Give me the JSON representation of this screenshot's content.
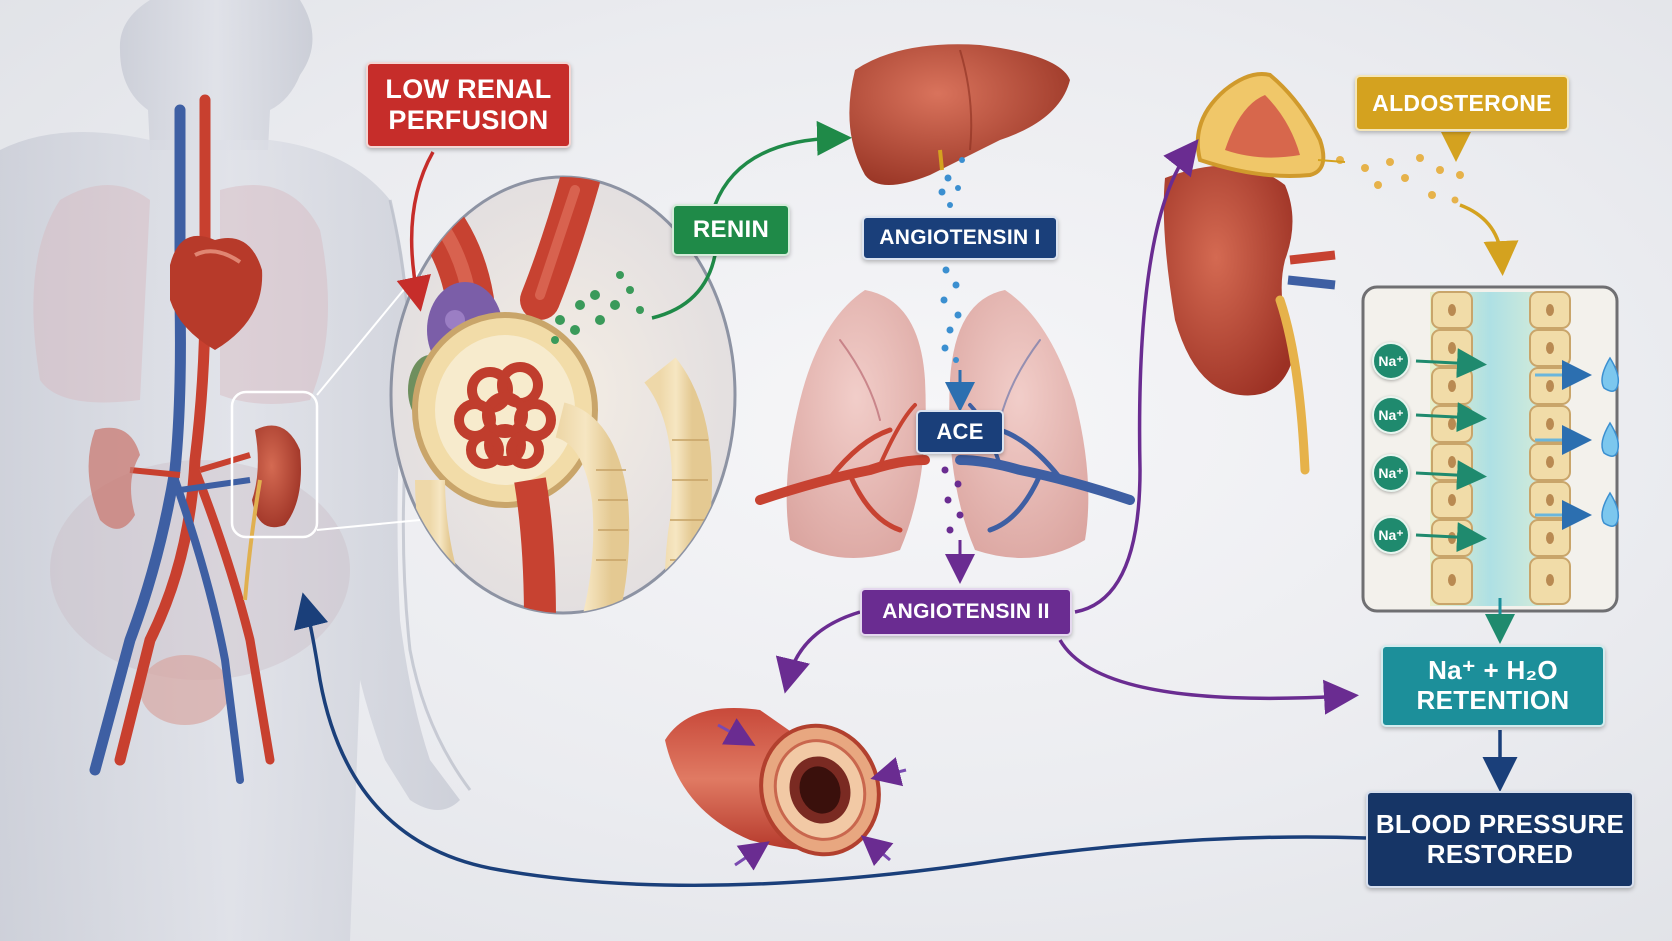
{
  "labels": {
    "low_renal_perfusion": "LOW RENAL\nPERFUSION",
    "renin": "RENIN",
    "angiotensin_1": "ANGIOTENSIN I",
    "ace": "ACE",
    "angiotensin_2": "ANGIOTENSIN II",
    "aldosterone": "ALDOSTERONE",
    "na_h2o_retention": "Na⁺ + H₂O\nRETENTION",
    "blood_pressure_restored": "BLOOD PRESSURE\nRESTORED",
    "sodium_ion": "Na⁺"
  },
  "colors": {
    "red": "#c62d2a",
    "green": "#1f8a48",
    "navy": "#1a3f7a",
    "purple": "#6a2c91",
    "gold": "#d4a21f",
    "teal": "#1c8f9a",
    "dark_navy": "#163566"
  },
  "icons": [
    "human-body",
    "heart",
    "kidney",
    "nephron-magnifier",
    "liver",
    "lungs",
    "adrenal-gland",
    "blood-vessel",
    "tubule-cells",
    "water-drop"
  ]
}
